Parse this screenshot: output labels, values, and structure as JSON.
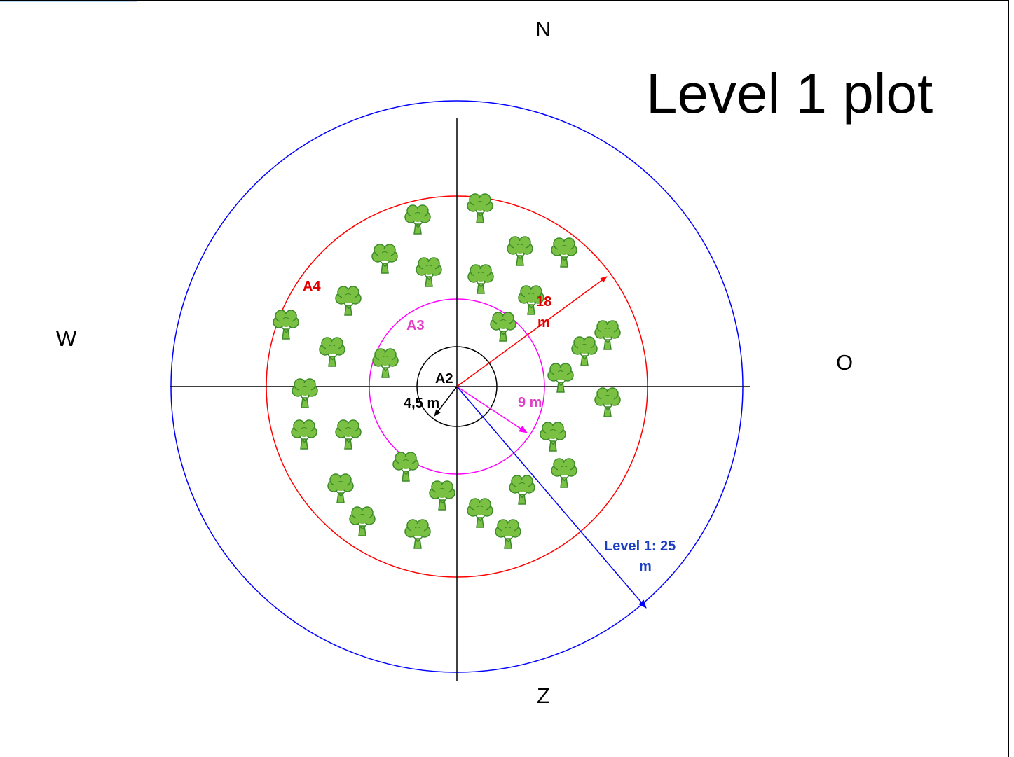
{
  "title": "Level 1 plot",
  "compass": {
    "north": "N",
    "south": "Z",
    "west": "W",
    "east": "O"
  },
  "rings": [
    {
      "id": "A2",
      "label": "A2",
      "radius_label": "4,5 m",
      "radius_m": 4.5,
      "color": "#000000"
    },
    {
      "id": "A3",
      "label": "A3",
      "radius_label": "9 m",
      "radius_m": 9,
      "color": "#ff00ff"
    },
    {
      "id": "A4",
      "label": "A4",
      "radius_label_line1": "18",
      "radius_label_line2": "m",
      "radius_m": 18,
      "color": "#ff0000"
    },
    {
      "id": "L1",
      "label": "",
      "radius_label_line1": "Level 1: 25",
      "radius_label_line2": "m",
      "radius_m": 25,
      "color": "#0000ff"
    }
  ],
  "label_colors": {
    "a2": "#000000",
    "a3": "#e040c8",
    "a4": "#e00000",
    "level1": "#1a3fc4"
  },
  "tree_icon": "tree-icon",
  "tree_color": "#7ac143"
}
